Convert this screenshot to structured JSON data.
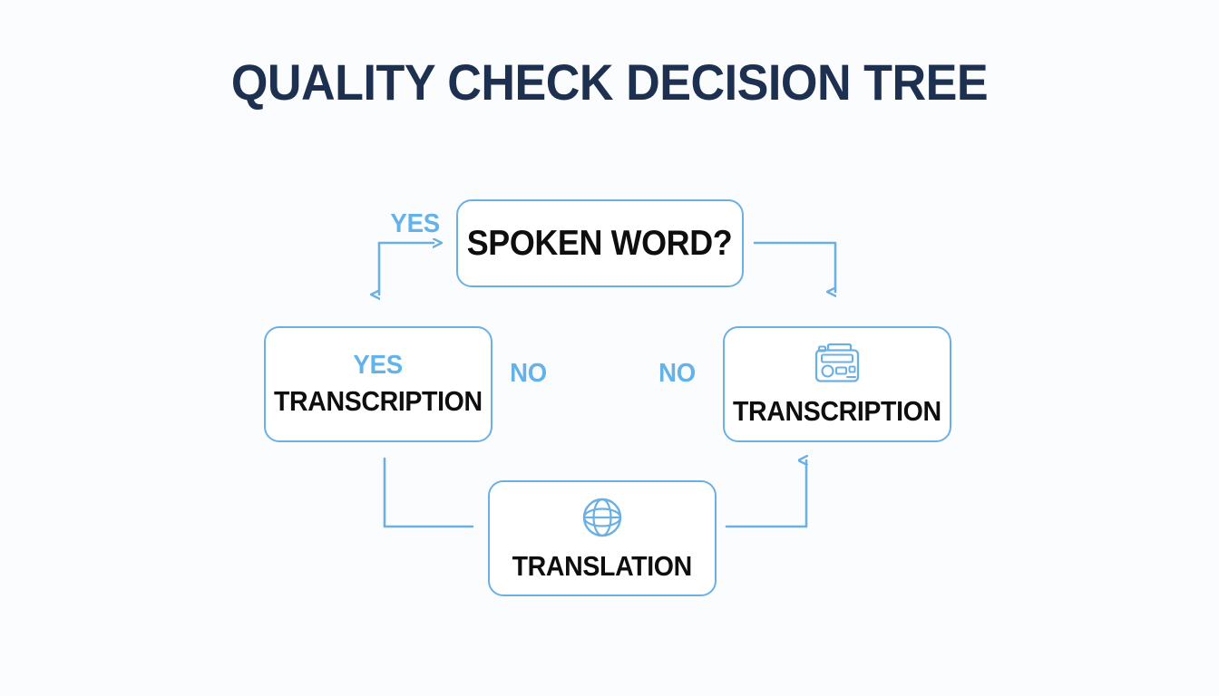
{
  "page": {
    "title": "QUALITY CHECK DECISION TREE",
    "background_color": "#fbfcfe",
    "accent_color": "#6cb0e2",
    "label_color": "#63b2ea",
    "title_color": "#1e3050",
    "text_color": "#0e0e0e"
  },
  "diagram": {
    "type": "decision-tree",
    "nodes": [
      {
        "id": "spoken-word",
        "label": "SPOKEN WORD?",
        "sub": "",
        "icon": "",
        "role": "decision"
      },
      {
        "id": "transcription-left",
        "label": "TRANSCRIPTION",
        "sub": "YES",
        "icon": "",
        "role": "outcome"
      },
      {
        "id": "transcription-right",
        "label": "TRANSCRIPTION",
        "sub": "",
        "icon": "radio-icon",
        "role": "outcome"
      },
      {
        "id": "translation",
        "label": "TRANSLATION",
        "sub": "",
        "icon": "globe-icon",
        "role": "outcome"
      }
    ],
    "edge_labels": {
      "yes_top": "YES",
      "no_left": "NO",
      "no_right": "NO"
    }
  }
}
